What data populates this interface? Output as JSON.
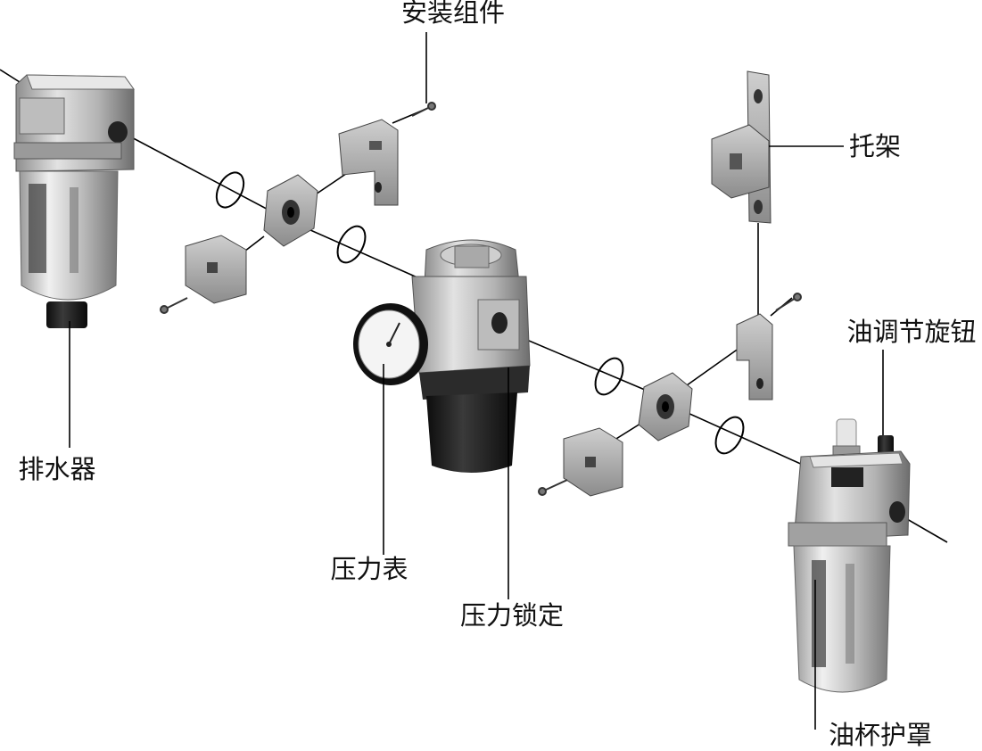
{
  "labels": {
    "mounting_kit": "安装组件",
    "bracket": "托架",
    "oil_knob": "油调节旋钮",
    "drain": "排水器",
    "pressure_gauge": "压力表",
    "pressure_lock": "压力锁定",
    "oil_cup_guard": "油杯护罩"
  },
  "colors": {
    "metal_light": "#d8d8d8",
    "metal_mid": "#a9a9a9",
    "metal_dark": "#5a5a5a",
    "black_part": "#1c1c1c",
    "line": "#000000"
  }
}
